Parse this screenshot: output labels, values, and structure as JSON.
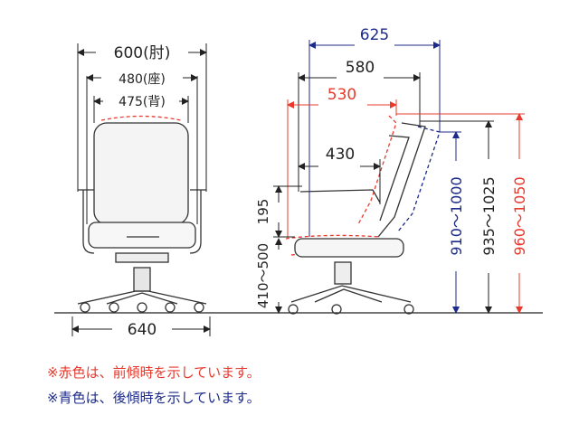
{
  "front_view": {
    "armrest_width": "600(肘)",
    "seat_width": "480(座)",
    "back_width": "475(背)",
    "base_width": "640"
  },
  "side_view": {
    "depth_blue": "625",
    "depth_black": "580",
    "depth_red": "530",
    "seat_depth": "430",
    "arm_height": "195",
    "seat_height": "410〜500",
    "height_blue": "910〜1000",
    "height_black": "935〜1025",
    "height_red": "960〜1050"
  },
  "notes": {
    "red": "※赤色は、前傾時を示しています。",
    "blue": "※青色は、後傾時を示しています。"
  },
  "colors": {
    "red": "#e8392c",
    "blue": "#1c2a8a",
    "black": "#222222"
  }
}
